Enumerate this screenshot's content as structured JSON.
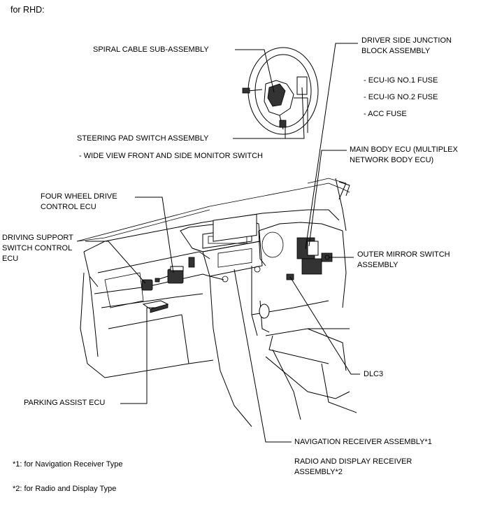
{
  "title": "for RHD:",
  "labels": {
    "spiral_cable": "SPIRAL CABLE SUB-ASSEMBLY",
    "driver_jb": "DRIVER SIDE JUNCTION\nBLOCK ASSEMBLY",
    "ecu_ig1": "- ECU-IG NO.1 FUSE",
    "ecu_ig2": "- ECU-IG NO.2 FUSE",
    "acc_fuse": "- ACC FUSE",
    "steering_pad": "STEERING PAD SWITCH ASSEMBLY",
    "wide_view": "- WIDE VIEW FRONT AND SIDE MONITOR SWITCH",
    "main_body_ecu": "MAIN BODY ECU (MULTIPLEX\nNETWORK BODY ECU)",
    "four_wheel": "FOUR WHEEL DRIVE\nCONTROL ECU",
    "driving_support": "DRIVING SUPPORT\nSWITCH CONTROL\nECU",
    "outer_mirror": "OUTER MIRROR SWITCH\nASSEMBLY",
    "dlc3": "DLC3",
    "parking_assist": "PARKING ASSIST ECU",
    "nav_receiver": "NAVIGATION RECEIVER ASSEMBLY*1",
    "radio_display": "RADIO AND DISPLAY RECEIVER\nASSEMBLY*2"
  },
  "notes": {
    "note1": "*1: for Navigation Receiver Type",
    "note2": "*2: for Radio and Display Type"
  }
}
